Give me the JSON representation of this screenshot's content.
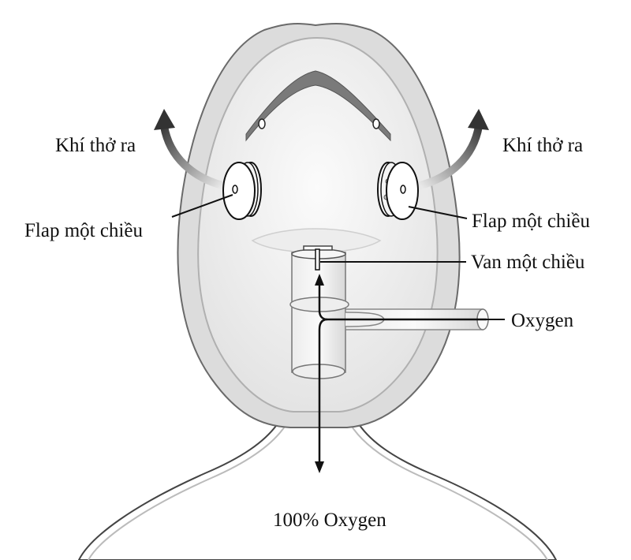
{
  "diagram": {
    "subject": "Non-rebreather oxygen mask with reservoir bag",
    "labels": {
      "exhale_left": "Khí thở ra",
      "exhale_right": "Khí thở ra",
      "flap_left": "Flap một chiều",
      "flap_right": "Flap một chiều",
      "one_way_valve": "Van một chiều",
      "oxygen_inlet": "Oxygen",
      "reservoir": "100% Oxygen"
    },
    "colors": {
      "background": "#ffffff",
      "mask_fill": "#e2e2e2",
      "mask_inner": "#f0f0f0",
      "outline": "#555555",
      "nose_clip": "#7a7a7a",
      "arrow": "#111111",
      "exhale_arrow": "#555555",
      "text": "#111111"
    },
    "icons": {
      "exhale_arrows": "curved-up-arrow",
      "flow_arrows": "vertical-double-arrow"
    }
  }
}
